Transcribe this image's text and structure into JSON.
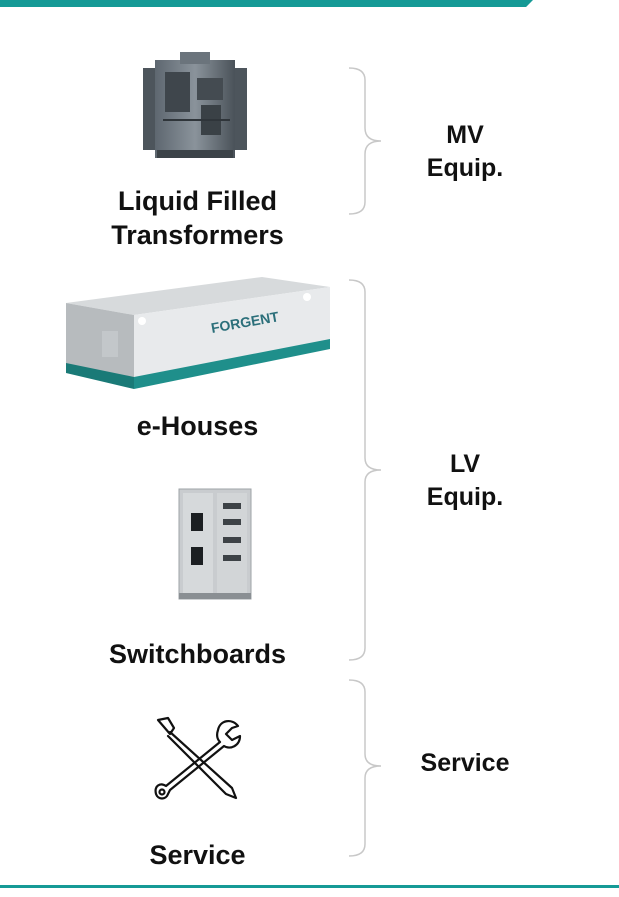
{
  "colors": {
    "accent": "#159a96",
    "brace": "#c8c8c8"
  },
  "items": [
    {
      "label_line1": "Liquid Filled",
      "label_line2": "Transformers",
      "icon": "transformer-image"
    },
    {
      "label": "e-Houses",
      "icon": "ehouse-image",
      "brand": "FORGENT"
    },
    {
      "label": "Switchboards",
      "icon": "switchboard-image"
    },
    {
      "label": "Service",
      "icon": "tools-icon"
    }
  ],
  "groups": [
    {
      "line1": "MV",
      "line2": "Equip."
    },
    {
      "line1": "LV",
      "line2": "Equip."
    },
    {
      "line1": "Service"
    }
  ]
}
